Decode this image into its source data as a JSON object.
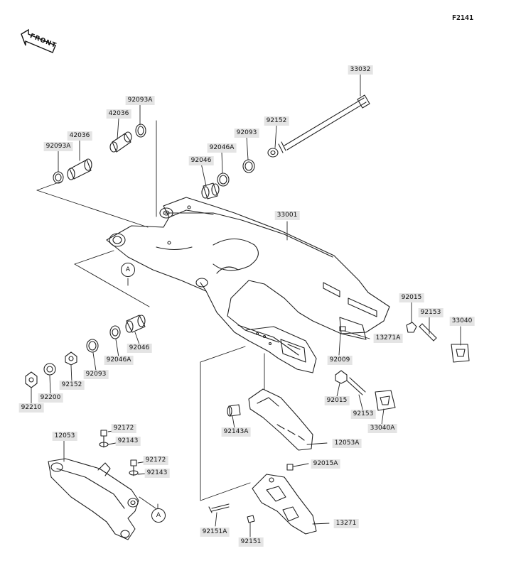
{
  "figure_code": "F2141",
  "front_label": "FRONT",
  "ref_label": "A",
  "parts": {
    "p33032": "33032",
    "p92093A": "92093A",
    "p42036a": "42036",
    "p42036b": "42036",
    "p92093Aleft": "92093A",
    "p92152top": "92152",
    "p92093top": "92093",
    "p92046Atop": "92046A",
    "p92046top": "92046",
    "p33001": "33001",
    "p92015right": "92015",
    "p92153right": "92153",
    "p33040": "33040",
    "p13271A": "13271A",
    "p92046low": "92046",
    "p92046Alow": "92046A",
    "p92093low": "92093",
    "p92152low": "92152",
    "p92200": "92200",
    "p92210": "92210",
    "p92009": "92009",
    "p92015mid": "92015",
    "p92153mid": "92153",
    "p33040A": "33040A",
    "p92143A": "92143A",
    "p12053A": "12053A",
    "p12053": "12053",
    "p92172a": "92172",
    "p92143a": "92143",
    "p92172b": "92172",
    "p92143b": "92143",
    "p92015A": "92015A",
    "p13271": "13271",
    "p92151A": "92151A",
    "p92151": "92151"
  }
}
